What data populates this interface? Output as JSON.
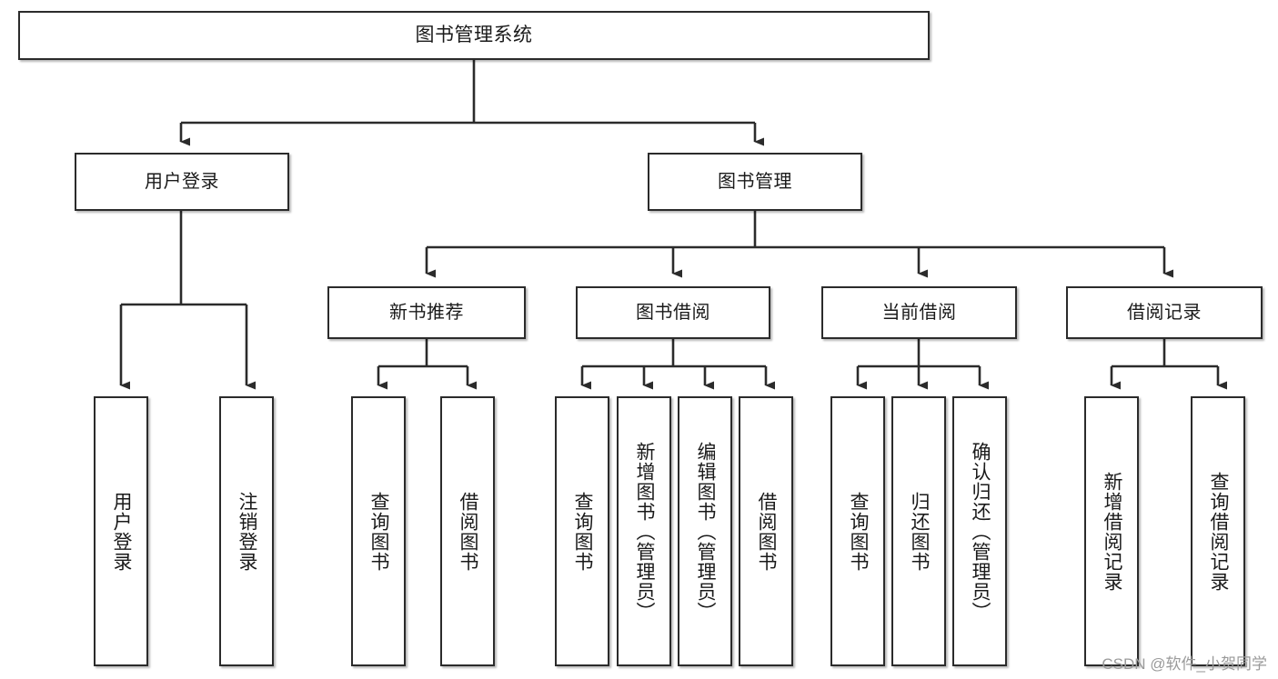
{
  "diagram": {
    "type": "tree-hierarchy",
    "title": "图书管理系统",
    "watermark": "CSDN @软件_小贺同学",
    "colors": {
      "box_border": "#2b2b2b",
      "box_fill": "#ffffff",
      "connector": "#2b2b2b",
      "text": "#1a1a1a",
      "watermark": "#9a9a9a",
      "background": "#ffffff"
    },
    "nodes": {
      "root": {
        "label": "图书管理系统"
      },
      "level1": [
        {
          "label": "用户登录"
        },
        {
          "label": "图书管理"
        }
      ],
      "level2": [
        {
          "label": "新书推荐"
        },
        {
          "label": "图书借阅"
        },
        {
          "label": "当前借阅"
        },
        {
          "label": "借阅记录"
        }
      ],
      "leaves": {
        "user_login": [
          {
            "label": "用户登录"
          },
          {
            "label": "注销登录"
          }
        ],
        "new_book": [
          {
            "label": "查询图书"
          },
          {
            "label": "借阅图书"
          }
        ],
        "book_borrow": [
          {
            "label": "查询图书"
          },
          {
            "label": "新增图书（管理员）"
          },
          {
            "label": "编辑图书（管理员）"
          },
          {
            "label": "借阅图书"
          }
        ],
        "current_borrow": [
          {
            "label": "查询图书"
          },
          {
            "label": "归还图书"
          },
          {
            "label": "确认归还（管理员）"
          }
        ],
        "borrow_record": [
          {
            "label": "新增借阅记录"
          },
          {
            "label": "查询借阅记录"
          }
        ]
      }
    }
  }
}
